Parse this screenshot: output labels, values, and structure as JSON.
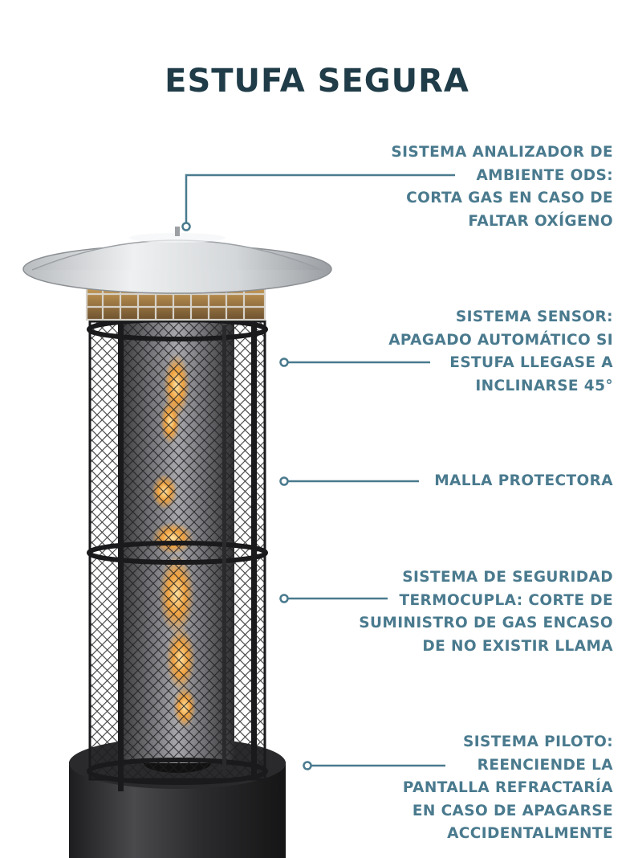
{
  "title": "ESTUFA SEGURA",
  "accent_color": "#4a7a8e",
  "title_color": "#1f3c48",
  "callouts": [
    {
      "lines": [
        "SISTEMA ANALIZADOR DE",
        "AMBIENTE ODS:",
        "CORTA GAS EN CASO DE",
        "FALTAR OXÍGENO"
      ]
    },
    {
      "lines": [
        "SISTEMA SENSOR:",
        "APAGADO AUTOMÁTICO SI",
        "ESTUFA LLEGASE A",
        "INCLINARSE 45°"
      ]
    },
    {
      "lines": [
        "MALLA PROTECTORA"
      ]
    },
    {
      "lines": [
        "SISTEMA DE SEGURIDAD",
        "TERMOCUPLA: CORTE DE",
        "SUMINISTRO DE GAS ENCASO",
        "DE NO EXISTIR LLAMA"
      ]
    },
    {
      "lines": [
        "SISTEMA PILOTO:",
        "REENCIENDE LA",
        "PANTALLA REFRACTARÍA",
        "EN CASO DE APAGARSE",
        "ACCIDENTALMENTE"
      ]
    }
  ]
}
